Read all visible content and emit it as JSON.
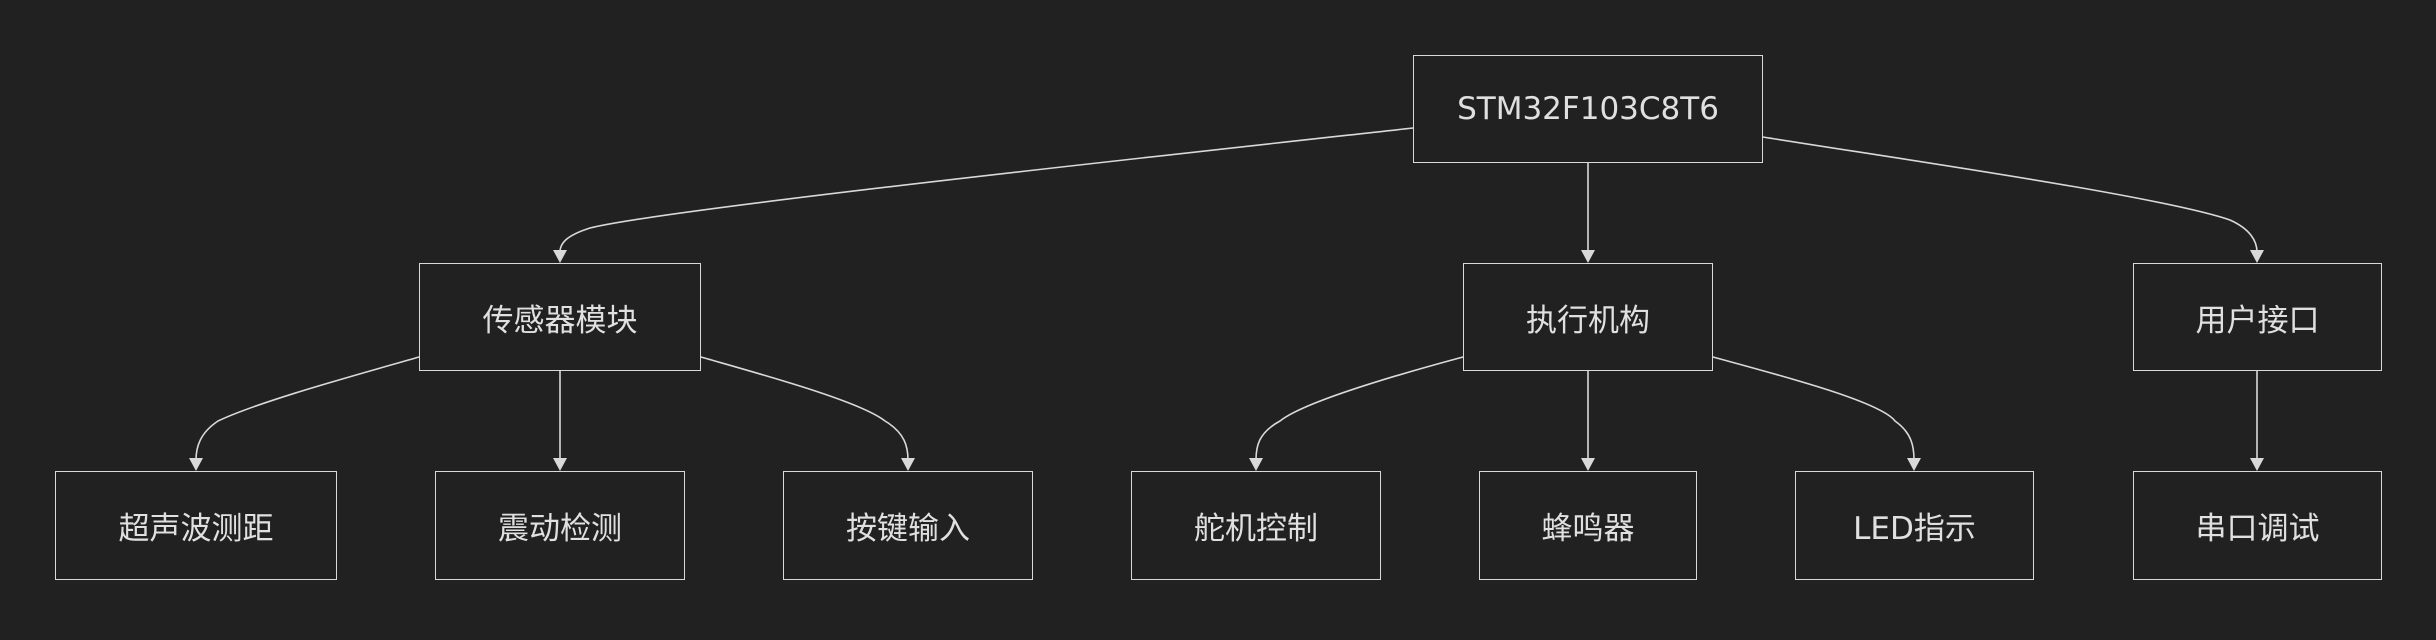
{
  "nodes": {
    "root": "STM32F103C8T6",
    "sensor": "传感器模块",
    "actuator": "执行机构",
    "ui": "用户接口",
    "ultrasonic": "超声波测距",
    "vibration": "震动检测",
    "key": "按键输入",
    "servo": "舵机控制",
    "buzzer": "蜂鸣器",
    "led": "LED指示",
    "serial": "串口调试"
  },
  "edges": [
    [
      "root",
      "sensor"
    ],
    [
      "root",
      "actuator"
    ],
    [
      "root",
      "ui"
    ],
    [
      "sensor",
      "ultrasonic"
    ],
    [
      "sensor",
      "vibration"
    ],
    [
      "sensor",
      "key"
    ],
    [
      "actuator",
      "servo"
    ],
    [
      "actuator",
      "buzzer"
    ],
    [
      "actuator",
      "led"
    ],
    [
      "ui",
      "serial"
    ]
  ],
  "colors": {
    "background": "#212121",
    "stroke": "#d9d9d9",
    "text": "#e0e0e0"
  }
}
